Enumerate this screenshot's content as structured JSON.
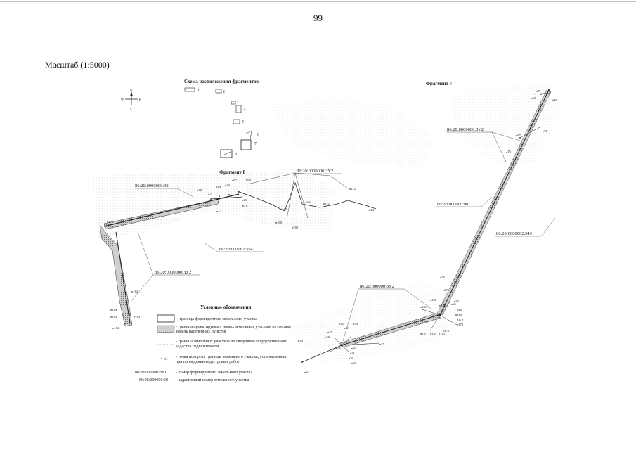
{
  "page_number": "99",
  "scale": "Масштаб (1:5000)",
  "fragment_scheme": {
    "title": "Схема расположения фрагментов",
    "items": [
      "1",
      "2",
      "3",
      "4",
      "5",
      "6",
      "7",
      "8"
    ]
  },
  "compass": {
    "n": "N",
    "s": "S",
    "w": "W",
    "e": "E"
  },
  "fragment7": {
    "title": "Фрагмент 7",
    "labels": [
      "86:20:0000000:ЗУ2",
      "86:20:000000:98",
      "86:20:0000062:543",
      "86:20:000000:ЗУ2"
    ],
    "points": [
      "н89",
      "н88",
      "н90",
      "н87",
      "н91",
      "н24",
      "н25",
      "н27",
      "н26",
      "н25",
      "н28",
      "н180",
      "н179",
      "н178",
      "н176",
      "н177",
      "н186",
      "н187",
      "н185",
      "н183",
      "н181",
      "н182",
      "н32",
      "н33",
      "н34",
      "н30",
      "н31",
      "н29",
      "н28",
      "н37",
      "н35",
      "н38",
      "н36",
      "н39",
      "н44"
    ]
  },
  "fragment8": {
    "title": "Фрагмент 8",
    "labels": [
      "86:20:0000000:98",
      "86:20:0000000:ЗУ2",
      "86:20:000062:354",
      "86:20:0000000:ЗУ2"
    ],
    "points": [
      "н18",
      "н19",
      "н20",
      "н21",
      "н12",
      "н13",
      "н11",
      "н97",
      "н98",
      "н99",
      "н200",
      "н203",
      "н204",
      "н211",
      "н212",
      "н213",
      "н17",
      "н182",
      "н184",
      "н185",
      "н183",
      "н184"
    ]
  },
  "legend": {
    "title": "Условные обозначения:",
    "items": [
      "- граница формируемого земельного участка",
      "- граница проектируемых новых земельных участков из состава земель населенных пунктов",
      "- граница земельных участков по сведениям государственного кадастра недвижимости",
      "- точка поворота границы земельного участка, установленная при проведении кадастровых работ",
      "- номер формируемого земельного участка",
      "- кадастровый номер земельного участка"
    ],
    "point_symbol": "• н1",
    "example_zu": "86:08:000000:ЗУ1",
    "example_cad": "86:08:000000:50"
  }
}
